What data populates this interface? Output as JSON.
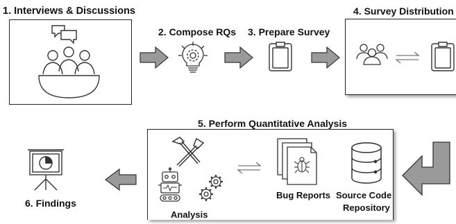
{
  "steps": {
    "interviews": "1. Interviews & Discussions",
    "compose": "2. Compose RQs",
    "prepare": "3. Prepare Survey",
    "distribution": "4. Survey Distribution",
    "analysis_phase": "5. Perform Quantitative Analysis",
    "findings": "6. Findings"
  },
  "analysis_box": {
    "bug_reports": "Bug Reports",
    "source_code_line1": "Source Code",
    "source_code_line2": "Repository",
    "analysis": "Analysis"
  },
  "icons": [
    "meeting-people-icon",
    "speech-bubbles-icon",
    "lightbulb-gear-icon",
    "clipboard-icon",
    "people-group-icon",
    "exchange-arrows-icon",
    "tools-hammers-icon",
    "robot-icon",
    "gears-icon",
    "bug-report-docs-icon",
    "database-icon",
    "presentation-chart-icon"
  ],
  "colors": {
    "arrow_fill": "#9a9a9a",
    "arrow_stroke": "#333333",
    "text": "#111111"
  }
}
